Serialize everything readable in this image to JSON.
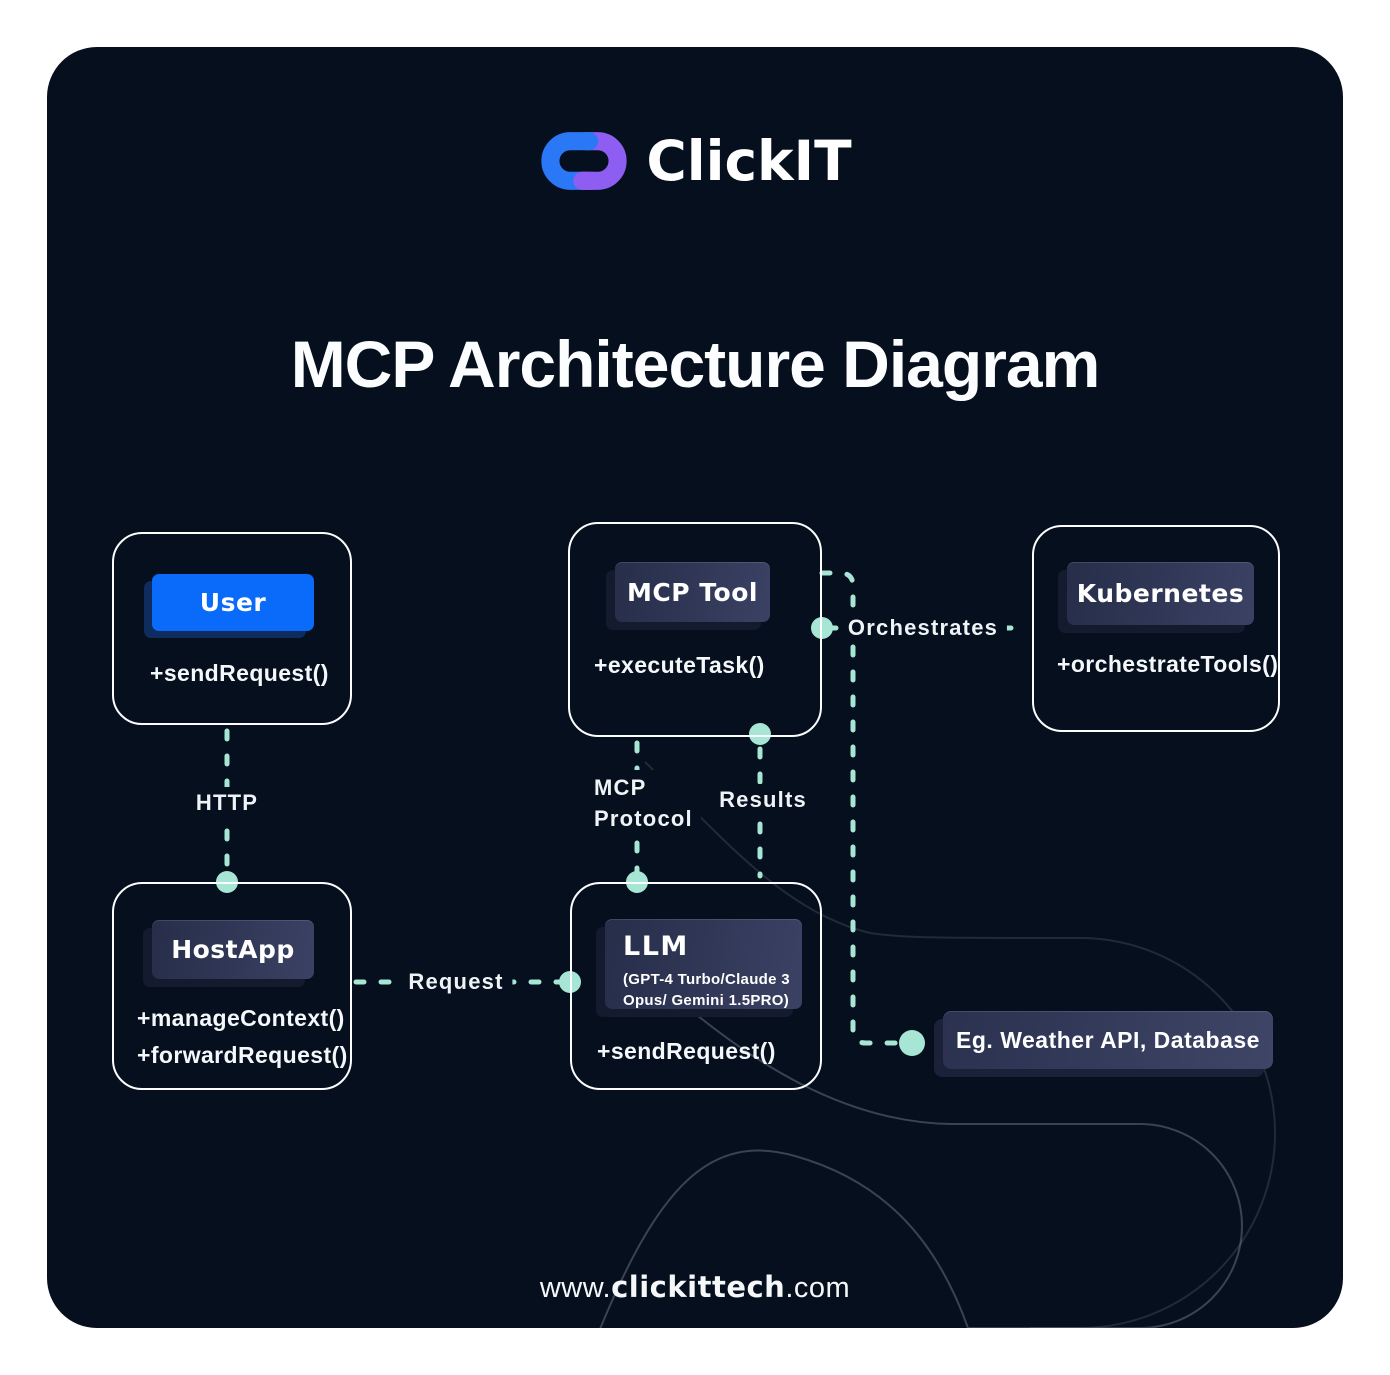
{
  "brand": {
    "name": "ClickIT"
  },
  "title": "MCP Architecture Diagram",
  "nodes": {
    "user": {
      "title": "User",
      "methods": [
        "+sendRequest()"
      ]
    },
    "mcp_tool": {
      "title": "MCP Tool",
      "methods": [
        "+executeTask()"
      ]
    },
    "kubernetes": {
      "title": "Kubernetes",
      "methods": [
        "+orchestrateTools()"
      ]
    },
    "host_app": {
      "title": "HostApp",
      "methods": [
        "+manageContext()",
        "+forwardRequest()"
      ]
    },
    "llm": {
      "title": "LLM",
      "subtitle_lines": [
        "(GPT-4 Turbo/Claude 3",
        "Opus/ Gemini 1.5PRO)"
      ],
      "methods": [
        "+sendRequest()"
      ]
    },
    "external": {
      "label": "Eg. Weather API, Database"
    }
  },
  "edges": {
    "http": "HTTP",
    "request": "Request",
    "mcp_protocol": [
      "MCP",
      "Protocol"
    ],
    "results": "Results",
    "orchestrates": "Orchestrates"
  },
  "footer": {
    "prefix": "www.",
    "domain": "clickittech",
    "suffix": ".com"
  },
  "colors": {
    "page_margin": "#ffffff",
    "card_background": "#050f1d",
    "accent_teal": "#a7e6d5",
    "primary_blue": "#0a6bfa",
    "logo_blue": "#2b78f7",
    "logo_purple": "#8e5ef2",
    "box_border": "#fcfdfe"
  }
}
